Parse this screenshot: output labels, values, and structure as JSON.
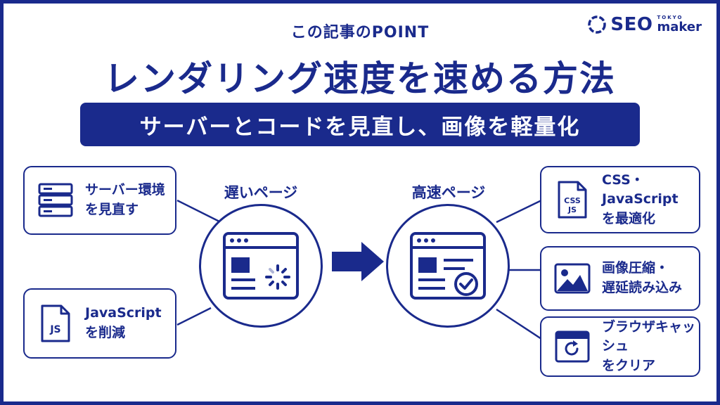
{
  "header": {
    "tag": "この記事のPOINT",
    "title": "レンダリング速度を速める方法",
    "subtitle": "サーバーとコードを見直し、画像を軽量化"
  },
  "logo": {
    "main": "SEO",
    "tokyo": "TOKYO",
    "maker": "maker"
  },
  "slow_page": {
    "label": "遅いページ"
  },
  "fast_page": {
    "label": "高速ページ"
  },
  "left_cards": [
    {
      "lines": [
        "サーバー環境",
        "を見直す"
      ],
      "icon": "server-icon"
    },
    {
      "lines": [
        "JavaScript",
        "を削減"
      ],
      "icon": "js-file-icon",
      "icon_text": "JS"
    }
  ],
  "right_cards": [
    {
      "lines": [
        "CSS・JavaScript",
        "を最適化"
      ],
      "icon": "css-js-file-icon",
      "icon_text_1": "CSS",
      "icon_text_2": "JS"
    },
    {
      "lines": [
        "画像圧縮・",
        "遅延読み込み"
      ],
      "icon": "image-icon"
    },
    {
      "lines": [
        "ブラウザキャッシュ",
        "をクリア"
      ],
      "icon": "browser-refresh-icon"
    }
  ],
  "colors": {
    "primary": "#1a2a8c",
    "background": "#ffffff"
  }
}
